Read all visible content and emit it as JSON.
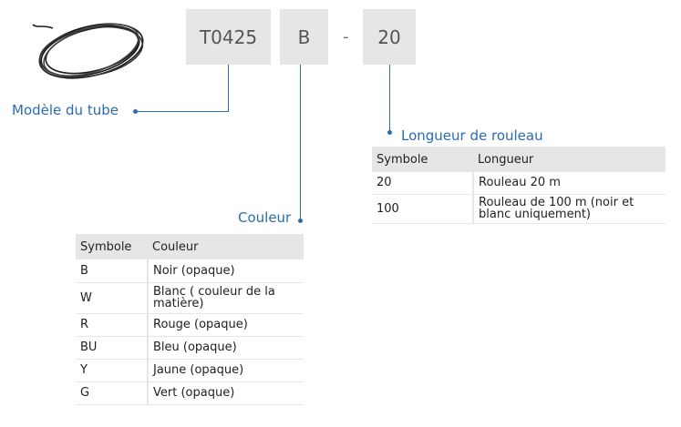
{
  "code": {
    "model": "T0425",
    "color": "B",
    "separator": "-",
    "length": "20"
  },
  "callouts": {
    "model_label": "Modèle du tube",
    "length_label": "Longueur de rouleau",
    "color_label": "Couleur"
  },
  "length_table": {
    "headers": [
      "Symbole",
      "Longueur"
    ],
    "rows": [
      [
        "20",
        "Rouleau  20 m"
      ],
      [
        "100",
        "Rouleau de 100 m (noir et blanc uniquement)"
      ]
    ]
  },
  "color_table": {
    "headers": [
      "Symbole",
      "Couleur"
    ],
    "rows": [
      [
        "B",
        "Noir (opaque)"
      ],
      [
        "W",
        "Blanc ( couleur de la matière)"
      ],
      [
        "R",
        "Rouge (opaque)"
      ],
      [
        "BU",
        "Bleu (opaque)"
      ],
      [
        "Y",
        "Jaune (opaque)"
      ],
      [
        "G",
        "Vert (opaque)"
      ]
    ]
  },
  "colors": {
    "accent": "#2a6cb0",
    "box": "#e6e6e6"
  },
  "image": "coiled-tube-image"
}
